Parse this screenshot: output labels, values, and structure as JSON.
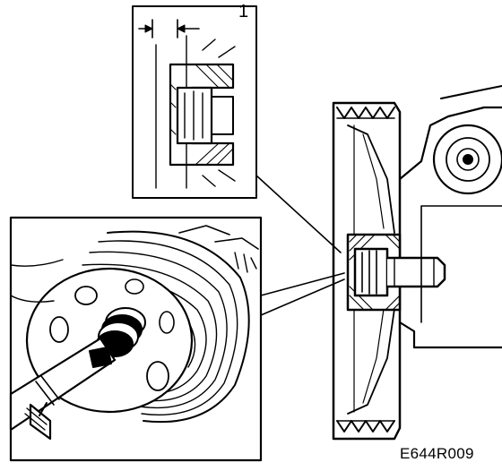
{
  "diagram": {
    "callout_number": "1",
    "drawing_code": "E644R009",
    "ink_color": "#000000",
    "paper_color": "#ffffff"
  },
  "parts": {
    "inset_top": "detail-clearance-cutaway",
    "inset_left": "photo-pulley-bolt",
    "main": "pulley-cross-section"
  }
}
